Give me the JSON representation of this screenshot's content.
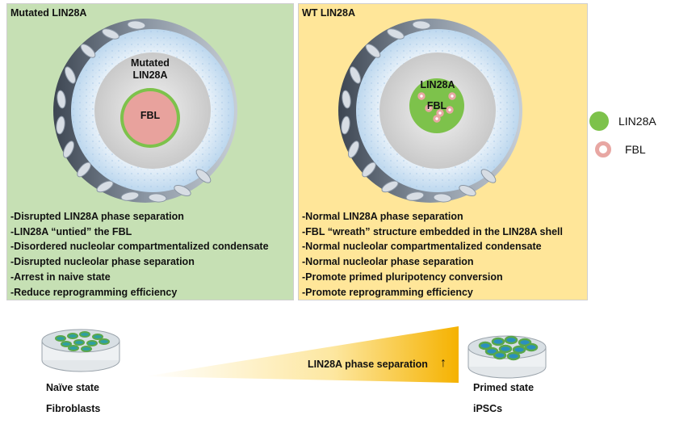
{
  "mutated_panel": {
    "title": "Mutated LIN28A",
    "cell_label_top": "Mutated",
    "cell_label_bottom": "LIN28A",
    "core_label": "FBL",
    "bullets": [
      "-Disrupted LIN28A phase separation",
      "-LIN28A “untied” the FBL",
      "-Disordered nucleolar compartmentalized condensate",
      "-Disrupted nucleolar phase separation",
      "-Arrest in naive state",
      "-Reduce reprogramming efficiency"
    ]
  },
  "wt_panel": {
    "title": "WT LIN28A",
    "cell_label": "LIN28A",
    "core_label": "FBL",
    "bullets": [
      "-Normal LIN28A phase separation",
      "-FBL “wreath” structure embedded in the LIN28A shell",
      "-Normal nucleolar compartmentalized condensate",
      "-Normal nucleolar phase separation",
      "-Promote primed pluripotency conversion",
      "-Promote reprogramming efficiency"
    ]
  },
  "legend": [
    {
      "label": "LIN28A",
      "icon": "green-circle",
      "color": "#7dc24b"
    },
    {
      "label": "FBL",
      "icon": "pink-ring",
      "color": "#e8a7a3"
    }
  ],
  "bottom": {
    "left_state": "Naïve state",
    "left_cell": "Fibroblasts",
    "right_state": "Primed state",
    "right_cell": "iPSCs",
    "gradient_label": "LIN28A phase separation",
    "arrow": "↑"
  },
  "colors": {
    "mutated_bg": "#c6e0b4",
    "wt_bg": "#ffe699",
    "lin28a_green": "#7dc24b",
    "fbl_pink": "#e8a7a3",
    "gradient": "#f5b800"
  }
}
